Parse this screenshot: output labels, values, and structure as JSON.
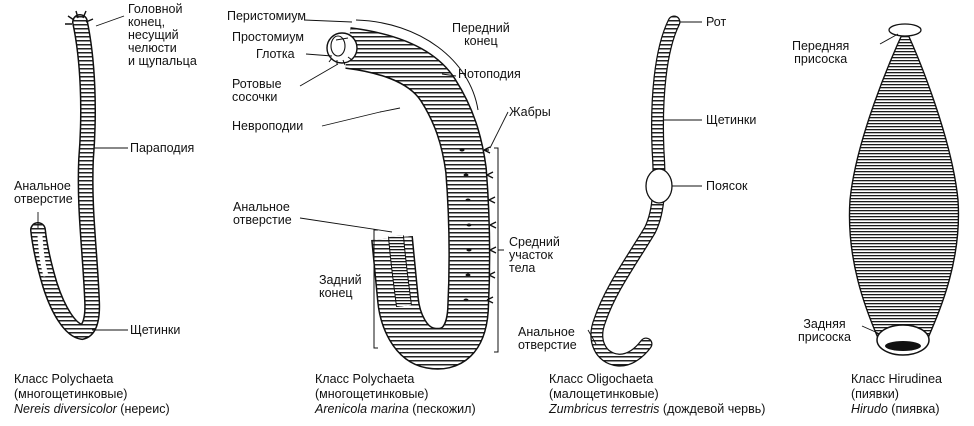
{
  "panels": [
    {
      "labels": {
        "head_end": [
          "Головной",
          "конец,",
          "несущий",
          "челюсти",
          "и щупальца"
        ],
        "parapodia": "Параподия",
        "anal_opening": [
          "Анальное",
          "отверстие"
        ],
        "setae": "Щетинки"
      },
      "caption": {
        "class_line": "Класс  Polychaeta",
        "common_line": "(многощетинковые)",
        "species_latin": "Nereis diversicolor",
        "species_common": " (нереис)"
      }
    },
    {
      "labels": {
        "peristomium": "Перистомиум",
        "prostomium": "Простомиум",
        "pharynx": "Глотка",
        "oral_papillae": [
          "Ротовые",
          "сосочки"
        ],
        "neuropodia": "Невроподии",
        "anterior_end": [
          "Передний",
          "конец"
        ],
        "notopodia": "Нотоподия",
        "gills": "Жабры",
        "anal_opening": [
          "Анальное",
          "отверстие"
        ],
        "middle_body": [
          "Средний",
          "участок",
          "тела"
        ],
        "posterior_end": [
          "Задний",
          "конец"
        ]
      },
      "caption": {
        "class_line": "Класс  Polychaeta",
        "common_line": "(многощетинковые)",
        "species_latin": "Arenicola marina",
        "species_common": " (пескожил)"
      }
    },
    {
      "labels": {
        "mouth": "Рот",
        "setae": "Щетинки",
        "clitellum": "Поясок",
        "anal_opening": [
          "Анальное",
          "отверстие"
        ]
      },
      "caption": {
        "class_line": "Класс  Oligochaeta",
        "common_line": "(малощетинковые)",
        "species_latin": "Zumbricus terrestris",
        "species_common": " (дождевой червь)"
      }
    },
    {
      "labels": {
        "anterior_sucker": [
          "Передняя",
          "присоска"
        ],
        "posterior_sucker": [
          "Задняя",
          "присоска"
        ]
      },
      "caption": {
        "class_line": "Класс  Hirudinea",
        "common_line": "(пиявки)",
        "species_latin": "Hirudo",
        "species_common": " (пиявка)"
      }
    }
  ],
  "colors": {
    "ink": "#111111",
    "background": "#ffffff"
  }
}
